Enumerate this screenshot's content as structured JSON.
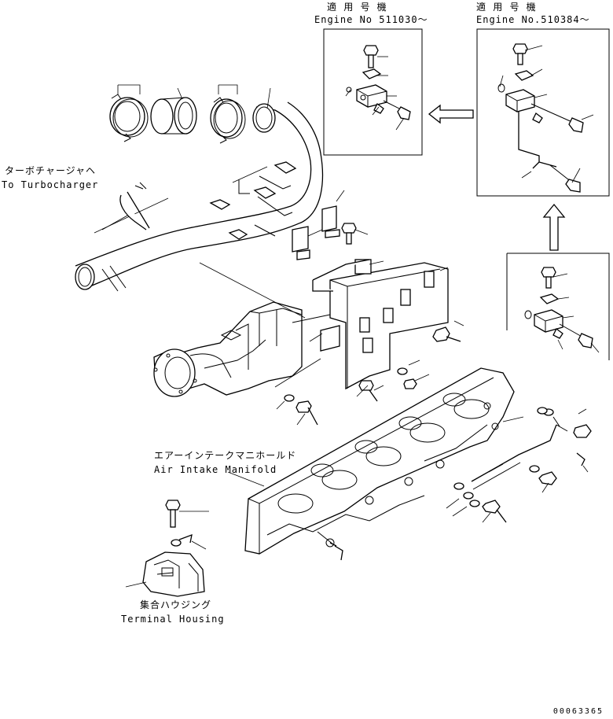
{
  "labels": {
    "inset1_jp": "適 用 号 機",
    "inset1_en": "Engine No 511030～",
    "inset2_jp": "適 用 号 機",
    "inset2_en": "Engine No.510384～",
    "turbo_jp": "ターボチャージャヘ",
    "turbo_en": "To Turbocharger",
    "manifold_jp": "エアーインテークマニホールド",
    "manifold_en": "Air Intake Manifold",
    "housing_jp": "集合ハウジング",
    "housing_en": "Terminal Housing"
  },
  "doc_number": "00063365"
}
